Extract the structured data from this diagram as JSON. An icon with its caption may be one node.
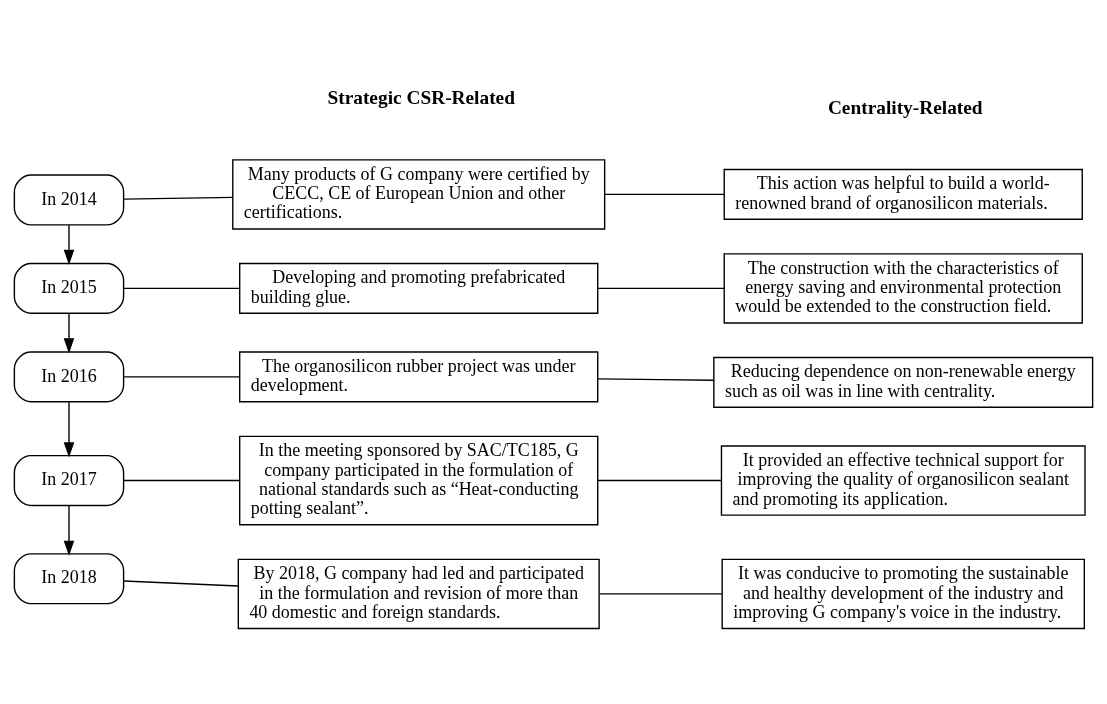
{
  "diagram": {
    "nodes": [
      {
        "text": [
          "In 2014"
        ]
      },
      {
        "text": [
          "Many products of G company were certified by CECC, CE of European Union and other certifications."
        ]
      },
      {
        "text": [
          "This action was helpful to build a world-renowned brand of organosilicon materials."
        ]
      },
      {
        "text": [
          "In 2015"
        ]
      },
      {
        "text": [
          "Developing and promoting prefabricated building glue."
        ]
      },
      {
        "text": [
          "The construction with the characteristics of energy saving and environmental protection would be extended to the construction field."
        ]
      },
      {
        "text": [
          "In 2016"
        ]
      },
      {
        "text": [
          "The organosilicon rubber project was under development."
        ]
      },
      {
        "text": [
          "Reducing dependence on non-renewable energy such as oil was in line with centrality."
        ]
      },
      {
        "text": [
          "In 2017"
        ]
      },
      {
        "text": [
          "In the meeting sponsored by SAC/TC185, G company participated in the formulation of national standards such as “Heat-conducting potting sealant”."
        ]
      },
      {
        "text": [
          "It provided an effective technical support for improving the quality of organosilicon sealant and promoting its application."
        ]
      },
      {
        "text": [
          "In 2018"
        ]
      },
      {
        "text": [
          "By 2018, G company had led and participated in the formulation and revision of more than 40 domestic and foreign standards."
        ]
      },
      {
        "text": [
          "It was conducive to promoting the sustainable and healthy development of the industry and improving G company's voice in the industry."
        ]
      }
    ],
    "edges": [
      {
        "from": 0,
        "to": 1,
        "arrow": "none"
      },
      {
        "from": 1,
        "to": 2,
        "arrow": "none"
      },
      {
        "from": 0,
        "to": 3,
        "arrow": "to"
      },
      {
        "from": 3,
        "to": 4,
        "arrow": "none"
      },
      {
        "from": 4,
        "to": 5,
        "arrow": "none"
      },
      {
        "from": 3,
        "to": 6,
        "arrow": "to"
      },
      {
        "from": 6,
        "to": 7,
        "arrow": "none"
      },
      {
        "from": 7,
        "to": 8,
        "arrow": "none"
      },
      {
        "from": 6,
        "to": 9,
        "arrow": "to"
      },
      {
        "from": 9,
        "to": 10,
        "arrow": "none"
      },
      {
        "from": 10,
        "to": 11,
        "arrow": "none"
      },
      {
        "from": 9,
        "to": 12,
        "arrow": "to"
      },
      {
        "from": 12,
        "to": 13,
        "arrow": "none"
      },
      {
        "from": 13,
        "to": 14,
        "arrow": "none"
      }
    ],
    "labels": [
      "Strategic CSR-Related",
      "Centrality-Related"
    ]
  }
}
